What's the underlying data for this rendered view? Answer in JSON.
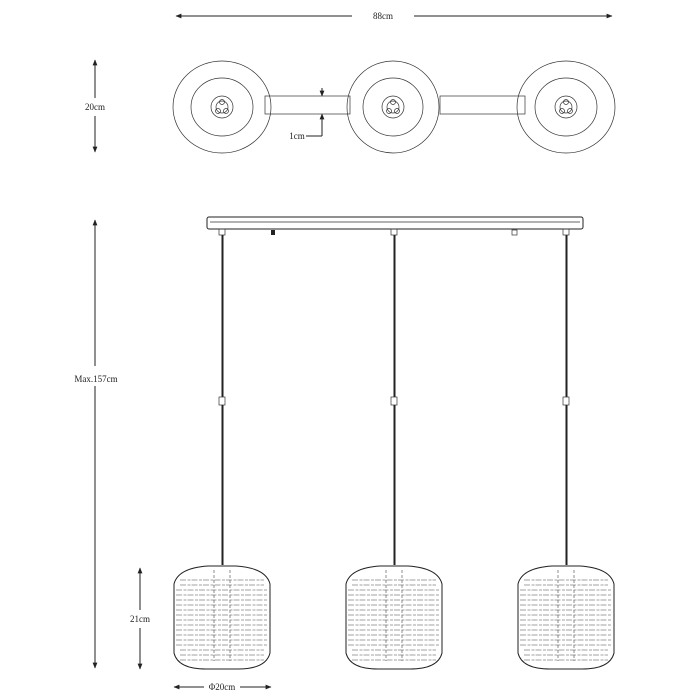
{
  "dimensions": {
    "total_width": "88cm",
    "canopy_depth": "20cm",
    "bar_thickness": "1cm",
    "max_height": "Max.157cm",
    "shade_height": "21cm",
    "shade_diameter": "Φ20cm"
  },
  "colors": {
    "line": "#222222",
    "background": "#ffffff"
  },
  "pendant_count": 3
}
